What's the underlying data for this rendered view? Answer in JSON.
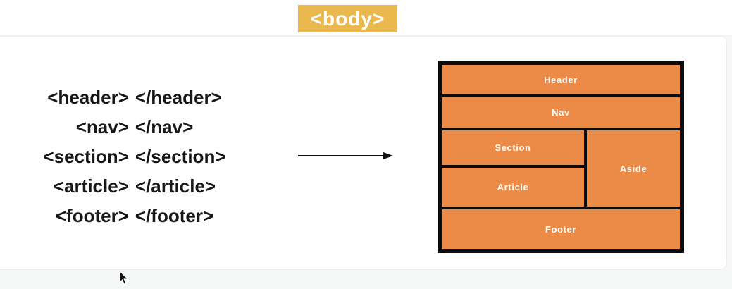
{
  "title_badge": {
    "label": "<body>"
  },
  "code_list": {
    "lines": [
      {
        "open": "<header>",
        "close": "</header>"
      },
      {
        "open": "<nav>",
        "close": "</nav>"
      },
      {
        "open": "<section>",
        "close": "</section>"
      },
      {
        "open": "<article>",
        "close": "</article>"
      },
      {
        "open": "<footer>",
        "close": "</footer>"
      }
    ]
  },
  "diagram": {
    "header_label": "Header",
    "nav_label": "Nav",
    "section_label": "Section",
    "aside_label": "Aside",
    "article_label": "Article",
    "footer_label": "Footer"
  },
  "colors": {
    "badge_background": "#EBB84E",
    "diagram_box_orange": "#EC8A47",
    "diagram_outline_black": "#0B0B0B",
    "label_text_white": "#FFFFFF",
    "code_text_black": "#171717"
  }
}
